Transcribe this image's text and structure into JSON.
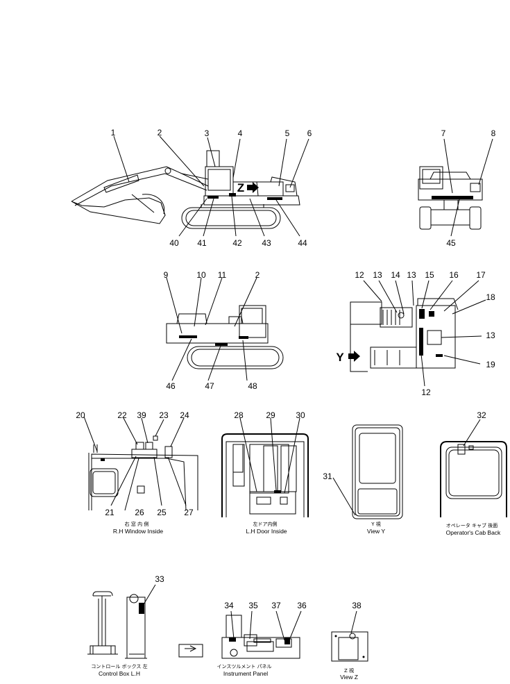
{
  "callouts": {
    "c1": "1",
    "c2": "2",
    "c3": "3",
    "c4": "4",
    "c5": "5",
    "c6": "6",
    "c7": "7",
    "c8": "8",
    "c9": "9",
    "c10": "10",
    "c11": "11",
    "c2b": "2",
    "c12": "12",
    "c13": "13",
    "c14": "14",
    "c13b": "13",
    "c15": "15",
    "c16": "16",
    "c17": "17",
    "c18": "18",
    "c13c": "13",
    "c19": "19",
    "c12b": "12",
    "c20": "20",
    "c22": "22",
    "c39": "39",
    "c23": "23",
    "c24": "24",
    "c21": "21",
    "c26": "26",
    "c25": "25",
    "c27": "27",
    "c28": "28",
    "c29": "29",
    "c30": "30",
    "c31": "31",
    "c32": "32",
    "c33": "33",
    "c34": "34",
    "c35": "35",
    "c37": "37",
    "c36": "36",
    "c38": "38",
    "c40": "40",
    "c41": "41",
    "c42": "42",
    "c43": "43",
    "c44": "44",
    "c45": "45",
    "c46": "46",
    "c47": "47",
    "c48": "48"
  },
  "view_letters": {
    "z": "Z",
    "y": "Y"
  },
  "captions": {
    "rh_window_jp": "右 窓 内 側",
    "rh_window_en": "R.H Window Inside",
    "lh_door_jp": "左ドア内側",
    "lh_door_en": "L.H Door Inside",
    "view_y_jp": "Y 視",
    "view_y_en": "View Y",
    "cab_back_jp": "オペレータ キャブ 後面",
    "cab_back_en": "Operator's Cab Back",
    "control_box_jp": "コントロール ボックス 左",
    "control_box_en": "Control Box L.H",
    "instrument_jp": "インスツルメント パネル",
    "instrument_en": "Instrument Panel",
    "view_z_jp": "Z 視",
    "view_z_en": "View Z"
  }
}
